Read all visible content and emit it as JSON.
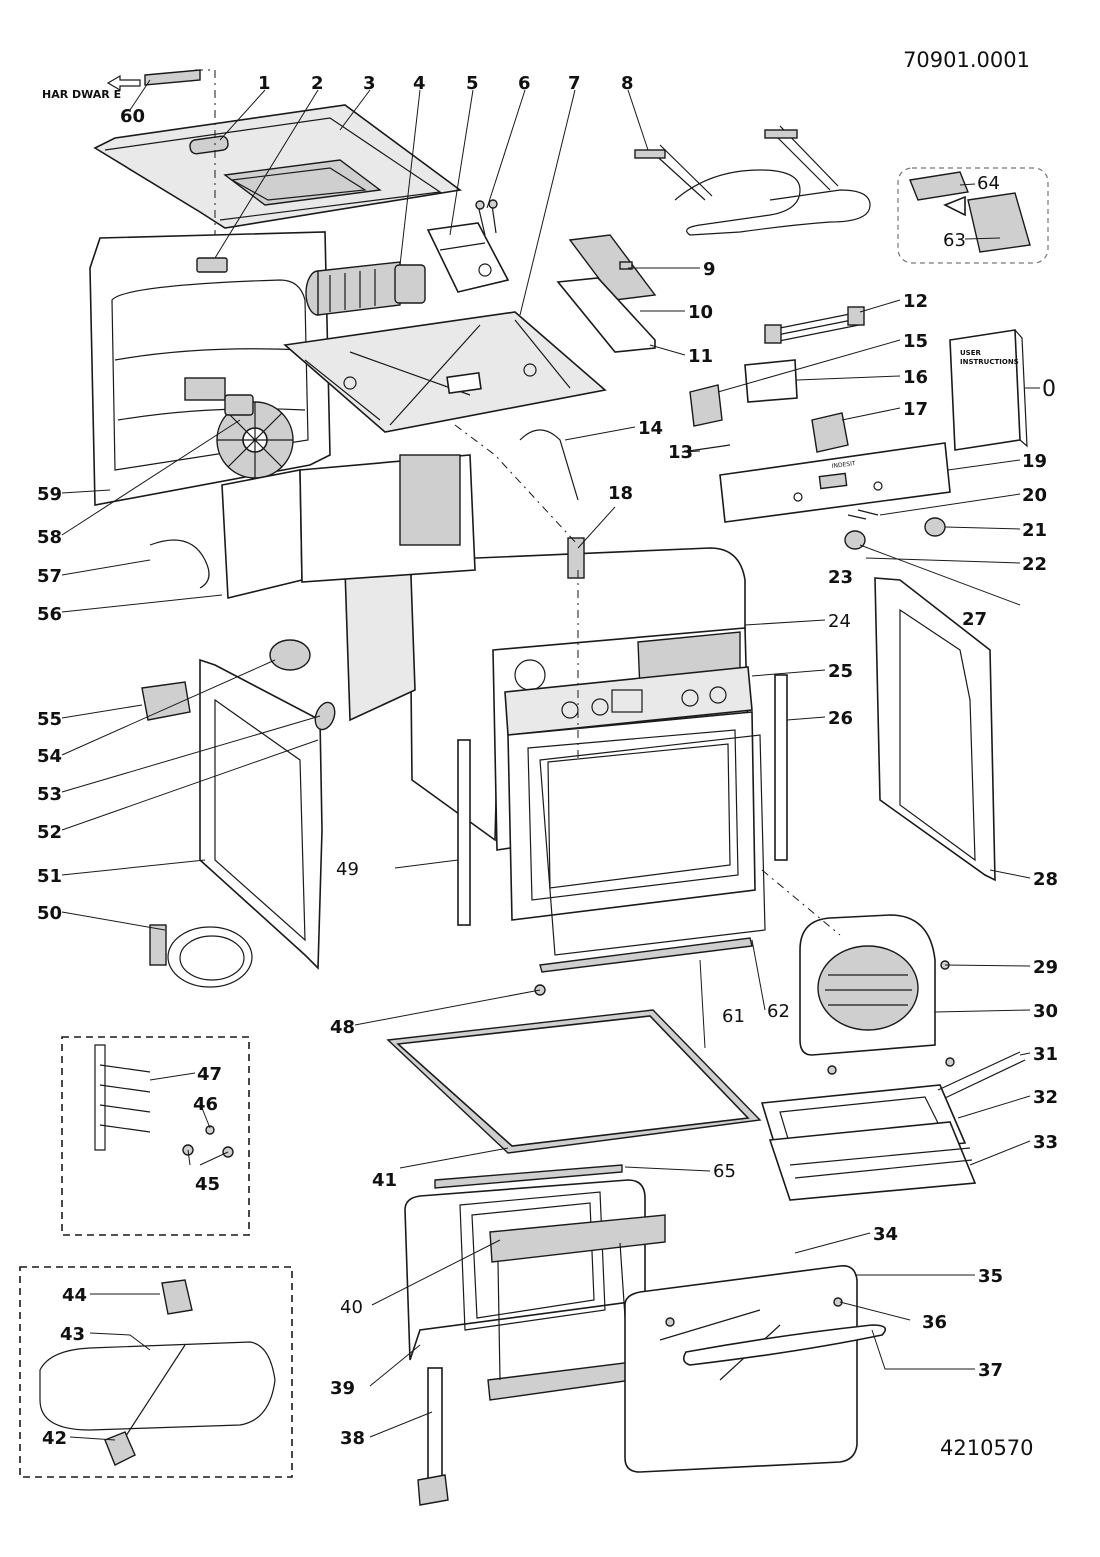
{
  "document": {
    "doc_number": "70901.0001",
    "sheet_number": "4210570",
    "hardware_label": "HAR DWAR E",
    "instructions_booklet_text": [
      "USER",
      "INSTRUCTIONS"
    ],
    "panel_brand": "INDESIT"
  },
  "callouts": [
    {
      "id": "1",
      "label": "1",
      "bold": true
    },
    {
      "id": "2",
      "label": "2",
      "bold": true
    },
    {
      "id": "3",
      "label": "3",
      "bold": true
    },
    {
      "id": "4",
      "label": "4",
      "bold": true
    },
    {
      "id": "5",
      "label": "5",
      "bold": true
    },
    {
      "id": "6",
      "label": "6",
      "bold": true
    },
    {
      "id": "7",
      "label": "7",
      "bold": true
    },
    {
      "id": "8",
      "label": "8",
      "bold": true
    },
    {
      "id": "9",
      "label": "9",
      "bold": true
    },
    {
      "id": "10",
      "label": "10",
      "bold": true
    },
    {
      "id": "11",
      "label": "11",
      "bold": true
    },
    {
      "id": "12",
      "label": "12",
      "bold": true
    },
    {
      "id": "13",
      "label": "13",
      "bold": true
    },
    {
      "id": "14",
      "label": "14",
      "bold": true
    },
    {
      "id": "15",
      "label": "15",
      "bold": true
    },
    {
      "id": "16",
      "label": "16",
      "bold": true
    },
    {
      "id": "17",
      "label": "17",
      "bold": true
    },
    {
      "id": "18",
      "label": "18",
      "bold": true
    },
    {
      "id": "19",
      "label": "19",
      "bold": true
    },
    {
      "id": "20",
      "label": "20",
      "bold": true
    },
    {
      "id": "21",
      "label": "21",
      "bold": true
    },
    {
      "id": "22",
      "label": "22",
      "bold": true
    },
    {
      "id": "23",
      "label": "23",
      "bold": true
    },
    {
      "id": "24",
      "label": "24",
      "bold": false
    },
    {
      "id": "25",
      "label": "25",
      "bold": true
    },
    {
      "id": "26",
      "label": "26",
      "bold": true
    },
    {
      "id": "27",
      "label": "27",
      "bold": true
    },
    {
      "id": "28",
      "label": "28",
      "bold": true
    },
    {
      "id": "29",
      "label": "29",
      "bold": true
    },
    {
      "id": "30",
      "label": "30",
      "bold": true
    },
    {
      "id": "31",
      "label": "31",
      "bold": true
    },
    {
      "id": "32",
      "label": "32",
      "bold": true
    },
    {
      "id": "33",
      "label": "33",
      "bold": true
    },
    {
      "id": "34",
      "label": "34",
      "bold": true
    },
    {
      "id": "35",
      "label": "35",
      "bold": true
    },
    {
      "id": "36",
      "label": "36",
      "bold": true
    },
    {
      "id": "37",
      "label": "37",
      "bold": true
    },
    {
      "id": "38",
      "label": "38",
      "bold": true
    },
    {
      "id": "39",
      "label": "39",
      "bold": true
    },
    {
      "id": "40",
      "label": "40",
      "bold": false
    },
    {
      "id": "41",
      "label": "41",
      "bold": true
    },
    {
      "id": "42",
      "label": "42",
      "bold": true
    },
    {
      "id": "43",
      "label": "43",
      "bold": true
    },
    {
      "id": "44",
      "label": "44",
      "bold": true
    },
    {
      "id": "45",
      "label": "45",
      "bold": true
    },
    {
      "id": "46",
      "label": "46",
      "bold": true
    },
    {
      "id": "47",
      "label": "47",
      "bold": true
    },
    {
      "id": "48",
      "label": "48",
      "bold": true
    },
    {
      "id": "49",
      "label": "49",
      "bold": false
    },
    {
      "id": "50",
      "label": "50",
      "bold": true
    },
    {
      "id": "51",
      "label": "51",
      "bold": true
    },
    {
      "id": "52",
      "label": "52",
      "bold": true
    },
    {
      "id": "53",
      "label": "53",
      "bold": true
    },
    {
      "id": "54",
      "label": "54",
      "bold": true
    },
    {
      "id": "55",
      "label": "55",
      "bold": true
    },
    {
      "id": "56",
      "label": "56",
      "bold": true
    },
    {
      "id": "57",
      "label": "57",
      "bold": true
    },
    {
      "id": "58",
      "label": "58",
      "bold": true
    },
    {
      "id": "59",
      "label": "59",
      "bold": true
    },
    {
      "id": "60",
      "label": "60",
      "bold": true
    },
    {
      "id": "61",
      "label": "61",
      "bold": false
    },
    {
      "id": "62",
      "label": "62",
      "bold": false
    },
    {
      "id": "63",
      "label": "63",
      "bold": false
    },
    {
      "id": "64",
      "label": "64",
      "bold": false
    },
    {
      "id": "65",
      "label": "65",
      "bold": false
    },
    {
      "id": "0",
      "label": "0",
      "bold": false
    }
  ]
}
